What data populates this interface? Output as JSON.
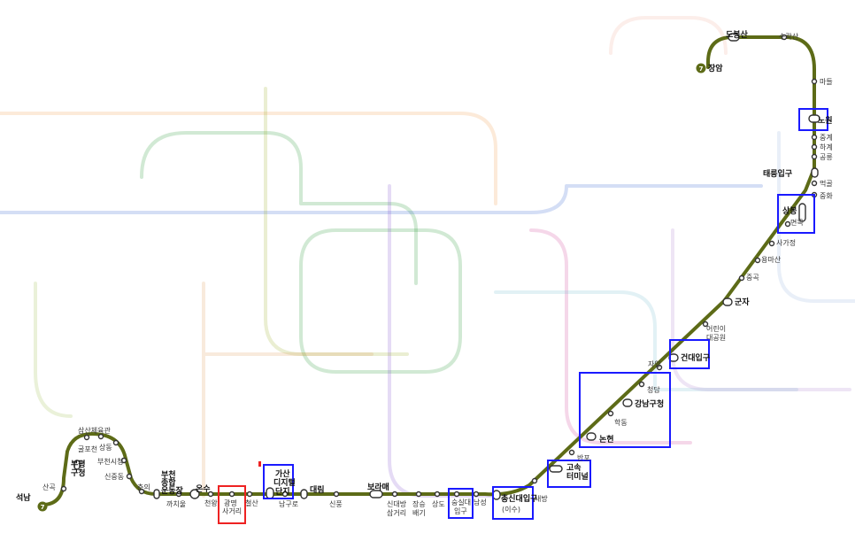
{
  "line": {
    "number": "7",
    "color": "#5d6b17"
  },
  "highlight_colors": {
    "blue": "#1a1aff",
    "red": "#ee2222"
  },
  "stations": {
    "dobongsan": "도봉산",
    "suraksan": "수락산",
    "madeul": "마들",
    "nowon": "노원",
    "junggye": "중계",
    "hagye": "하계",
    "gongneung": "공릉",
    "taereung": "태릉입구",
    "meokgol": "먹골",
    "junghwa": "중화",
    "sangbong": "상봉",
    "myeonmok": "면목",
    "sagajeong": "사가정",
    "yongmasan": "용마산",
    "junggok": "중곡",
    "gunja": "군자",
    "childrens_park_1": "어린이",
    "childrens_park_2": "대공원",
    "konkuk": "건대입구",
    "jayang": "자양",
    "cheongdam": "청담",
    "gangnam_gu": "강남구청",
    "hakdong": "학동",
    "nonhyeon": "논현",
    "banpo": "반포",
    "express_1": "고속",
    "express_2": "터미널",
    "naebang": "내방",
    "isu_1": "총신대입구",
    "isu_2": "(이수)",
    "namseong": "남성",
    "soongsil_1": "숭실대",
    "soongsil_2": "입구",
    "sangdo": "상도",
    "jangseungbaegi_1": "장승",
    "jangseungbaegi_2": "배기",
    "sindaebang_1": "신대방",
    "sindaebang_2": "삼거리",
    "boramae": "보라매",
    "sinpung": "신풍",
    "daerim": "대림",
    "namguro": "남구로",
    "gasan_1": "가산",
    "gasan_2": "디지털",
    "gasan_3": "단지",
    "cheolsan": "철산",
    "gwangmyeong_1": "광명",
    "gwangmyeong_2": "사거리",
    "cheonwang": "천왕",
    "onsu": "온수",
    "kkachiul": "까치울",
    "bucheon_1": "부천",
    "bucheon_2": "종합",
    "bucheon_3": "운동장",
    "chunui": "춘의",
    "sinjung": "신중동",
    "bucheon_cityhall": "부천시청",
    "sangdong": "상동",
    "samsan_1": "삼산체육관",
    "gulpocheon": "굴포천",
    "bupyeong_1": "부평",
    "bupyeong_2": "구청",
    "sangok": "산곡",
    "seoknam": "석남",
    "jangam": "장암"
  }
}
